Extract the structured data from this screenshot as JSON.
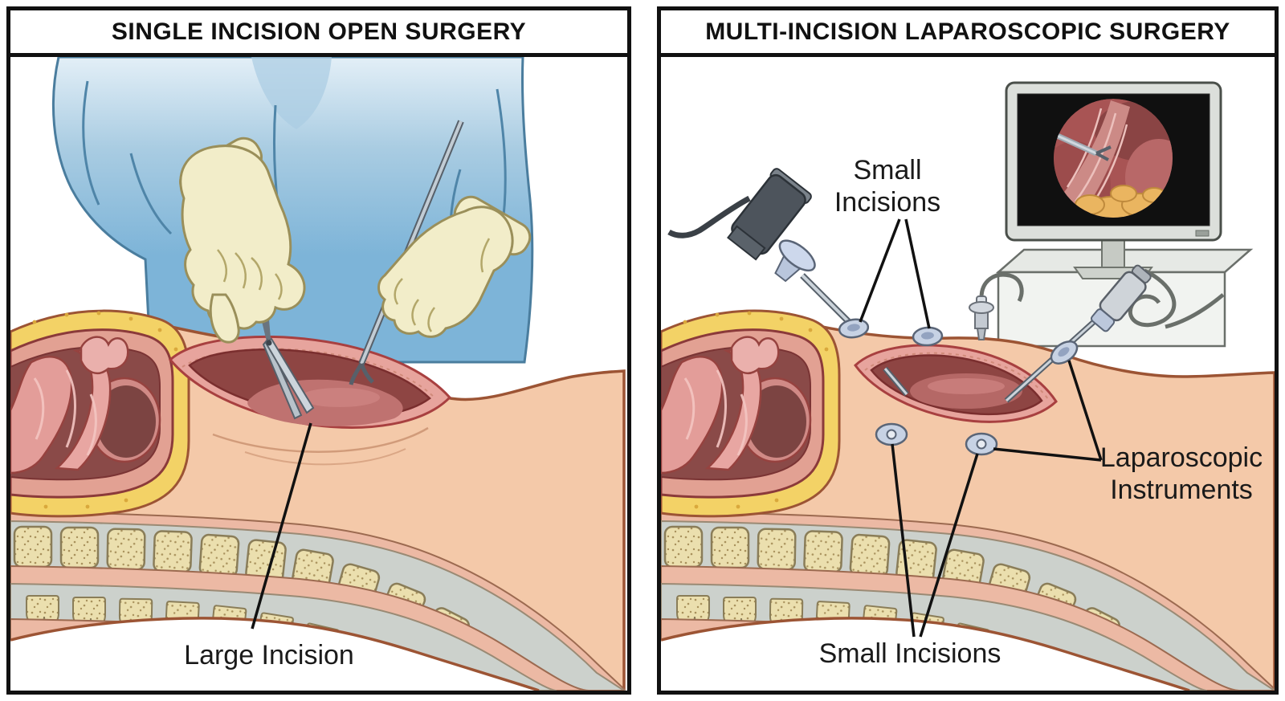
{
  "figure": {
    "left_panel": {
      "title": "SINGLE INCISION OPEN SURGERY",
      "incision_label": "Large Incision"
    },
    "right_panel": {
      "title": "MULTI-INCISION LAPAROSCOPIC SURGERY",
      "top_label_line1": "Small",
      "top_label_line2": "Incisions",
      "instruments_label_line1": "Laparoscopic",
      "instruments_label_line2": "Instruments",
      "bottom_label": "Small Incisions"
    }
  },
  "colors": {
    "panel_border": "#111111",
    "label_text": "#1a1a1a",
    "skin": "#f4c9a9",
    "skin_outline": "#9c5434",
    "fat_yellow": "#f3d266",
    "cavity_interior": "#8a4a48",
    "intestine_pink": "#e39d99",
    "incision_rim": "#e7a49d",
    "muscle_pink": "#ecb9a4",
    "cartilage_gray": "#ccd1cc",
    "bone_tan": "#ebdfae",
    "gown_blue": "#7db4d8",
    "glove_cream": "#f2edc9",
    "steel_gray": "#b8c2ca",
    "port_blue": "#c7d2e4",
    "screen_black": "#101010"
  }
}
